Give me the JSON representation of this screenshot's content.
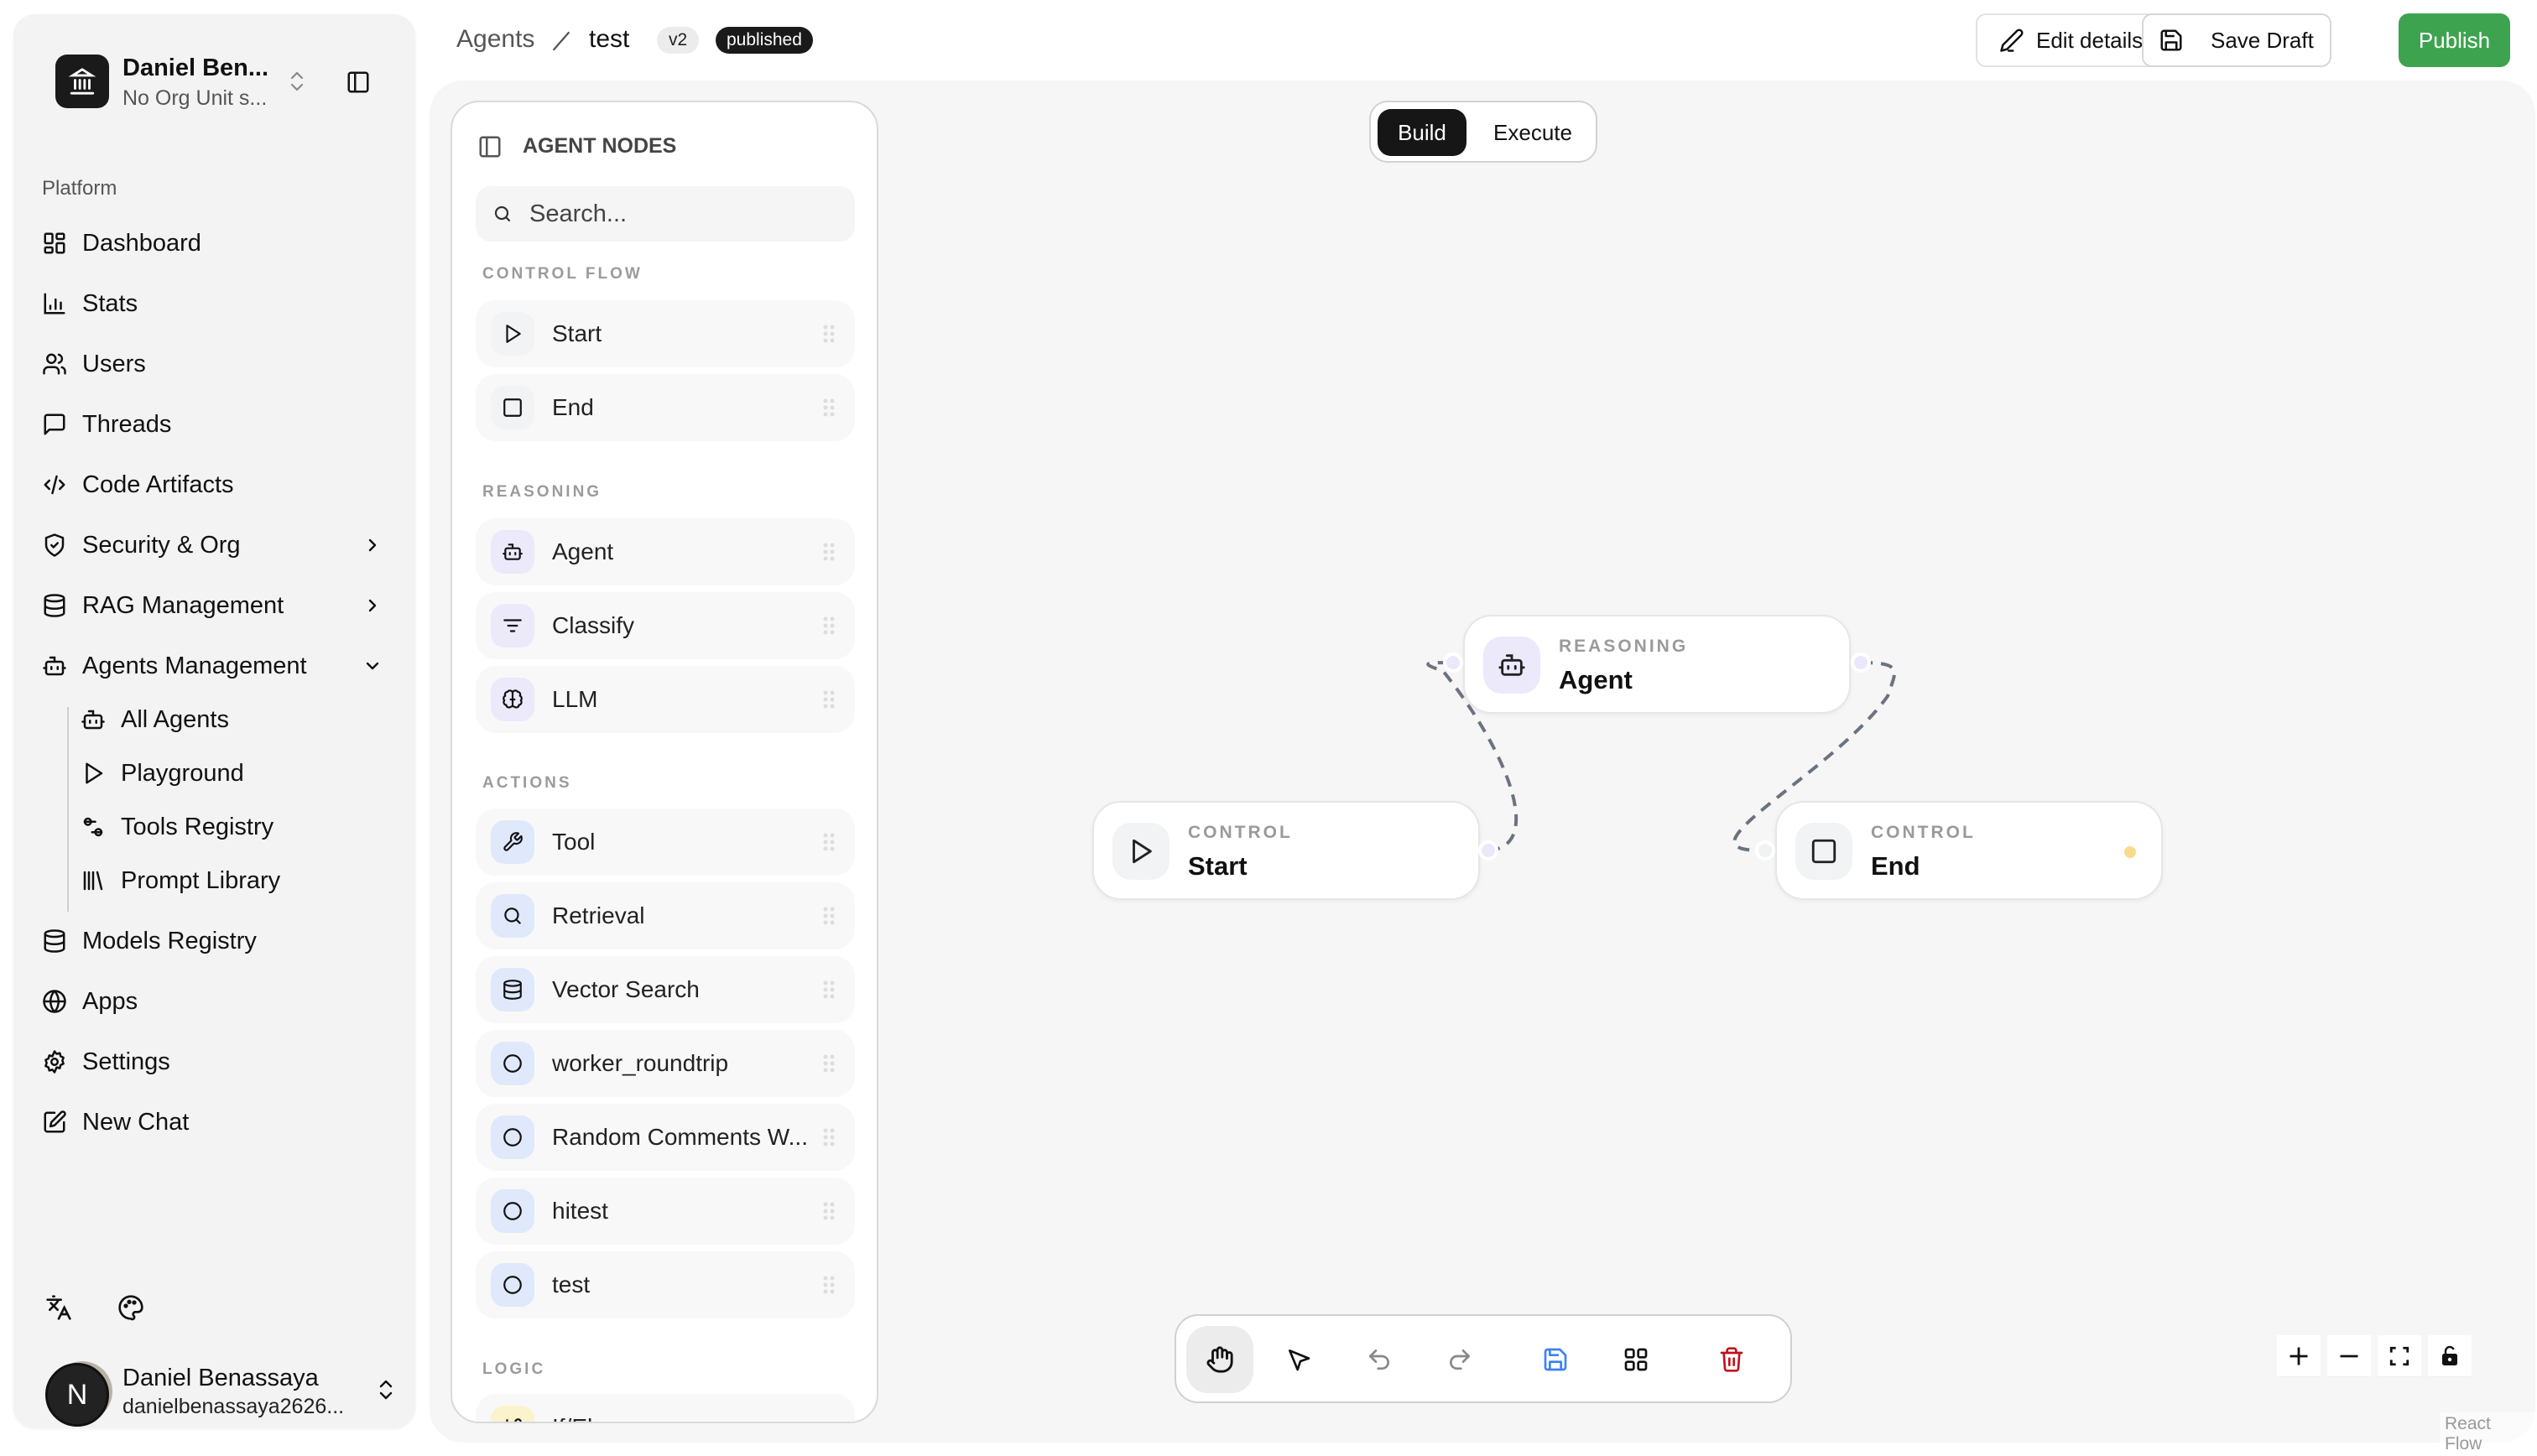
{
  "org": {
    "name": "Daniel Ben...",
    "subtitle": "No Org Unit s..."
  },
  "sidebar": {
    "section_label": "Platform",
    "items": [
      {
        "label": "Dashboard",
        "icon": "dashboard-icon"
      },
      {
        "label": "Stats",
        "icon": "bar-chart-icon"
      },
      {
        "label": "Users",
        "icon": "users-icon"
      },
      {
        "label": "Threads",
        "icon": "message-square-icon"
      },
      {
        "label": "Code Artifacts",
        "icon": "code-icon"
      },
      {
        "label": "Security & Org",
        "icon": "shield-check-icon",
        "expandable": true
      },
      {
        "label": "RAG Management",
        "icon": "database-icon",
        "expandable": true
      },
      {
        "label": "Agents Management",
        "icon": "bot-icon",
        "expanded": true
      },
      {
        "label": "Models Registry",
        "icon": "database-icon"
      },
      {
        "label": "Apps",
        "icon": "globe-icon"
      },
      {
        "label": "Settings",
        "icon": "gear-icon"
      },
      {
        "label": "New Chat",
        "icon": "edit-icon"
      }
    ],
    "sub_items": [
      {
        "label": "All Agents",
        "icon": "bot-icon"
      },
      {
        "label": "Playground",
        "icon": "play-icon"
      },
      {
        "label": "Tools Registry",
        "icon": "sliders-icon"
      },
      {
        "label": "Prompt Library",
        "icon": "library-icon"
      }
    ],
    "bottom_icons": [
      "translate-icon",
      "palette-icon"
    ]
  },
  "user": {
    "initial": "N",
    "name": "Daniel Benassaya",
    "email": "danielbenassaya2626..."
  },
  "header": {
    "breadcrumb_root": "Agents",
    "breadcrumb_current": "test",
    "version_badge": "v2",
    "status_badge": "published",
    "edit_label": "Edit details",
    "save_draft_label": "Save Draft",
    "publish_label": "Publish",
    "publish_color": "#3ea34f"
  },
  "panel": {
    "title": "AGENT NODES",
    "search_placeholder": "Search...",
    "groups": [
      {
        "label": "CONTROL FLOW",
        "items": [
          {
            "label": "Start",
            "icon": "play-icon"
          },
          {
            "label": "End",
            "icon": "square-icon"
          }
        ]
      },
      {
        "label": "REASONING",
        "items": [
          {
            "label": "Agent",
            "icon": "bot-icon"
          },
          {
            "label": "Classify",
            "icon": "filter-icon"
          },
          {
            "label": "LLM",
            "icon": "brain-icon"
          }
        ]
      },
      {
        "label": "ACTIONS",
        "items": [
          {
            "label": "Tool",
            "icon": "wrench-icon"
          },
          {
            "label": "Retrieval",
            "icon": "search-icon"
          },
          {
            "label": "Vector Search",
            "icon": "database-icon"
          },
          {
            "label": "worker_roundtrip",
            "icon": "circle-icon"
          },
          {
            "label": "Random Comments W...",
            "icon": "circle-icon"
          },
          {
            "label": "hitest",
            "icon": "circle-icon"
          },
          {
            "label": "test",
            "icon": "circle-icon"
          }
        ]
      },
      {
        "label": "LOGIC",
        "items": [
          {
            "label": "If/El...",
            "icon": "split-icon"
          }
        ]
      }
    ]
  },
  "mode": {
    "build_label": "Build",
    "execute_label": "Execute",
    "active": "Build"
  },
  "flow": {
    "nodes": [
      {
        "id": "start",
        "kind": "CONTROL",
        "name": "Start"
      },
      {
        "id": "agent",
        "kind": "REASONING",
        "name": "Agent"
      },
      {
        "id": "end",
        "kind": "CONTROL",
        "name": "End"
      }
    ],
    "edges": [
      {
        "from": "start",
        "to": "agent",
        "style": "dashed"
      },
      {
        "from": "agent",
        "to": "end",
        "style": "dashed"
      }
    ]
  },
  "toolbar": {
    "tools": [
      "hand-icon",
      "pointer-icon",
      "undo-icon",
      "redo-icon",
      "save-icon",
      "layout-grid-icon",
      "trash-icon"
    ],
    "active_tool": "hand-icon"
  },
  "zoom_controls": [
    "zoom-in-icon",
    "zoom-out-icon",
    "fit-view-icon",
    "lock-icon"
  ],
  "attribution": "React Flow"
}
